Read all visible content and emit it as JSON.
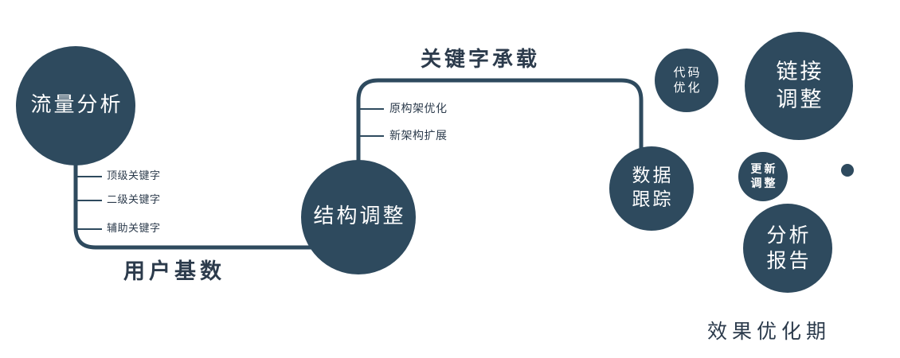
{
  "colors": {
    "background": "#ffffff",
    "node_fill": "#2e4a5e",
    "node_text": "#ffffff",
    "connector": "#2e4a5e",
    "label_text": "#2c3b4c"
  },
  "nodes": {
    "traffic_analysis": {
      "label": "流量分析"
    },
    "structure_adjustment": {
      "label": "结构调整"
    },
    "data_tracking": {
      "line1": "数据",
      "line2": "跟踪"
    },
    "code_optimization": {
      "line1": "代码",
      "line2": "优化"
    },
    "link_adjustment": {
      "line1": "链接",
      "line2": "调整"
    },
    "update_adjustment": {
      "line1": "更新",
      "line2": "调整"
    },
    "analysis_report": {
      "line1": "分析",
      "line2": "报告"
    }
  },
  "edge_labels": {
    "user_base": "用户基数",
    "keyword_carrying": "关键字承载"
  },
  "branches": {
    "left": [
      "顶级关键字",
      "二级关键字",
      "辅助关键字"
    ],
    "middle": [
      "原构架优化",
      "新架构扩展"
    ]
  },
  "caption": "效果优化期"
}
